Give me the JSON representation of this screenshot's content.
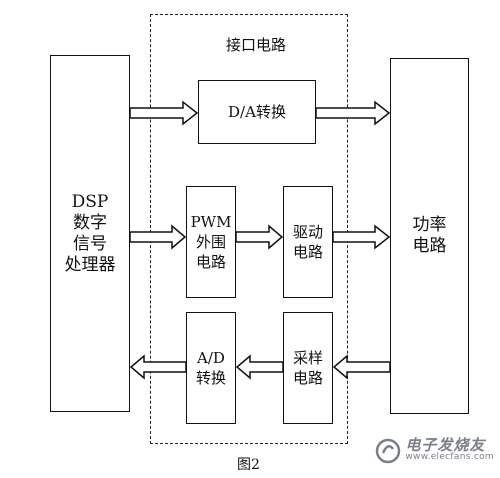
{
  "diagram": {
    "interface_title": "接口电路",
    "figure_caption": "图2",
    "blocks": {
      "dsp": "DSP\n数字\n信号\n处理器",
      "power": "功率\n电路",
      "da": "D/A转换",
      "pwm": "PWM\n外围\n电路",
      "drive": "驱动\n电路",
      "ad": "A/D\n转换",
      "sample": "采样\n电路"
    }
  },
  "watermark": {
    "brand": "电子发烧友",
    "site": "www.elecfans.com"
  }
}
